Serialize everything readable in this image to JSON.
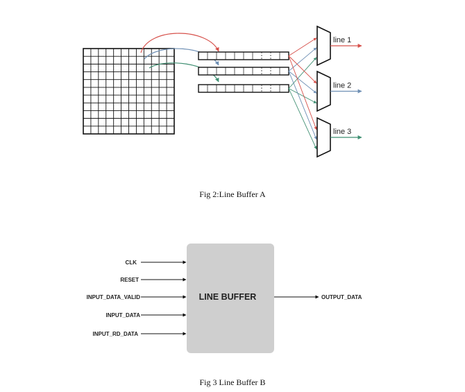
{
  "fig_a": {
    "caption": "Fig 2:Line Buffer A",
    "outputs": [
      "line 1",
      "line 2",
      "line 3"
    ],
    "colors": {
      "red": "#d6504a",
      "blue": "#6e8fb4",
      "green": "#3f8f72"
    }
  },
  "fig_b": {
    "caption": "Fig 3 Line Buffer B",
    "block_label": "LINE BUFFER",
    "inputs": [
      "CLK",
      "RESET",
      "INPUT_DATA_VALID",
      "INPUT_DATA",
      "INPUT_RD_DATA"
    ],
    "output": "OUTPUT_DATA",
    "block_color": "#cfcfcf"
  }
}
